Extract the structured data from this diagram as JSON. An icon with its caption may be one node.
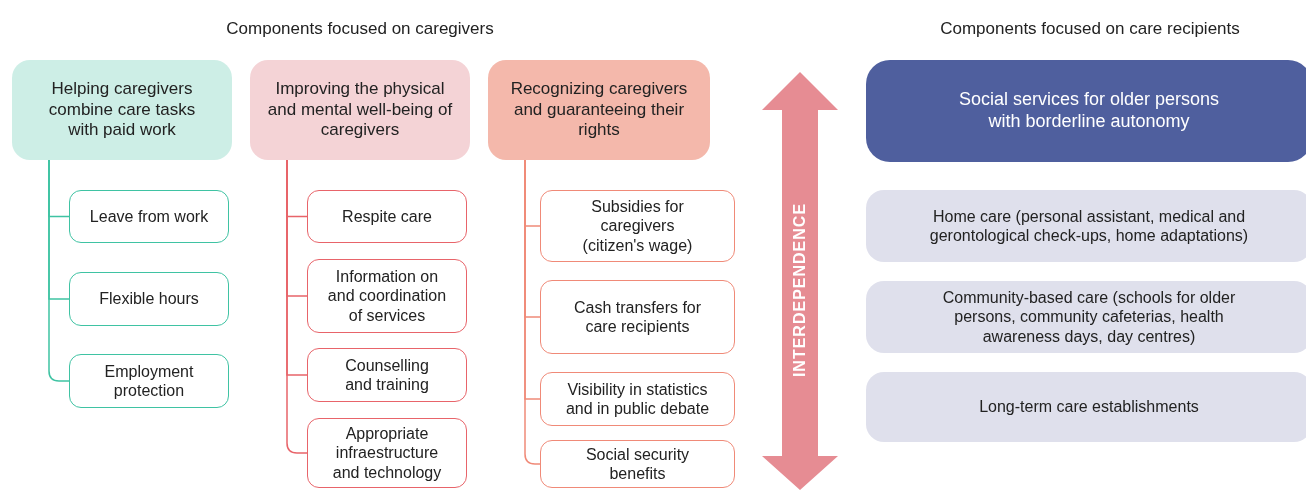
{
  "diagram": {
    "nodes": [
      {
        "text": [
          "Helping caregivers combine care tasks with paid work"
        ]
      },
      {
        "text": [
          "Leave from work"
        ]
      },
      {
        "text": [
          "Flexible hours"
        ]
      },
      {
        "text": [
          "Employment protection"
        ]
      },
      {
        "text": [
          "Improving the physical and mental well-being of caregivers"
        ]
      },
      {
        "text": [
          "Respite care"
        ]
      },
      {
        "text": [
          "Information on and coordination of services"
        ]
      },
      {
        "text": [
          "Counselling and training"
        ]
      },
      {
        "text": [
          "Appropriate infraestructure and technology"
        ]
      },
      {
        "text": [
          "Recognizing caregivers and guaranteeing their rights"
        ]
      },
      {
        "text": [
          "Subsidies for caregivers (citizen's wage)"
        ]
      },
      {
        "text": [
          "Cash transfers for care recipients"
        ]
      },
      {
        "text": [
          "Visibility in statistics and in public debate"
        ]
      },
      {
        "text": [
          "Social security benefits"
        ]
      },
      {
        "text": [
          "Social services for older persons with borderline autonomy"
        ]
      },
      {
        "text": [
          "Home care (personal assistant, medical and gerontological check-ups, home adaptations)"
        ]
      },
      {
        "text": [
          "Community-based care (schools for older persons, community cafeterias, health awareness days, day centres)"
        ]
      },
      {
        "text": [
          "Long-term care establishments"
        ]
      }
    ],
    "edges": [
      {
        "from": 0,
        "to": 1,
        "arrow": "none",
        "color": "#3fc3a3"
      },
      {
        "from": 0,
        "to": 2,
        "arrow": "none",
        "color": "#3fc3a3"
      },
      {
        "from": 0,
        "to": 3,
        "arrow": "none",
        "color": "#3fc3a3"
      },
      {
        "from": 4,
        "to": 5,
        "arrow": "none",
        "color": "#e8646a"
      },
      {
        "from": 4,
        "to": 6,
        "arrow": "none",
        "color": "#e8646a"
      },
      {
        "from": 4,
        "to": 7,
        "arrow": "none",
        "color": "#e8646a"
      },
      {
        "from": 4,
        "to": 8,
        "arrow": "none",
        "color": "#e8646a"
      },
      {
        "from": 9,
        "to": 10,
        "arrow": "none",
        "color": "#f08a78"
      },
      {
        "from": 9,
        "to": 11,
        "arrow": "none",
        "color": "#f08a78"
      },
      {
        "from": 9,
        "to": 12,
        "arrow": "none",
        "color": "#f08a78"
      },
      {
        "from": 9,
        "to": 13,
        "arrow": "none",
        "color": "#f08a78"
      }
    ],
    "labels": [
      "Components focused on caregivers",
      "Components focused on care recipients",
      "INTERDEPENDENCE"
    ]
  }
}
